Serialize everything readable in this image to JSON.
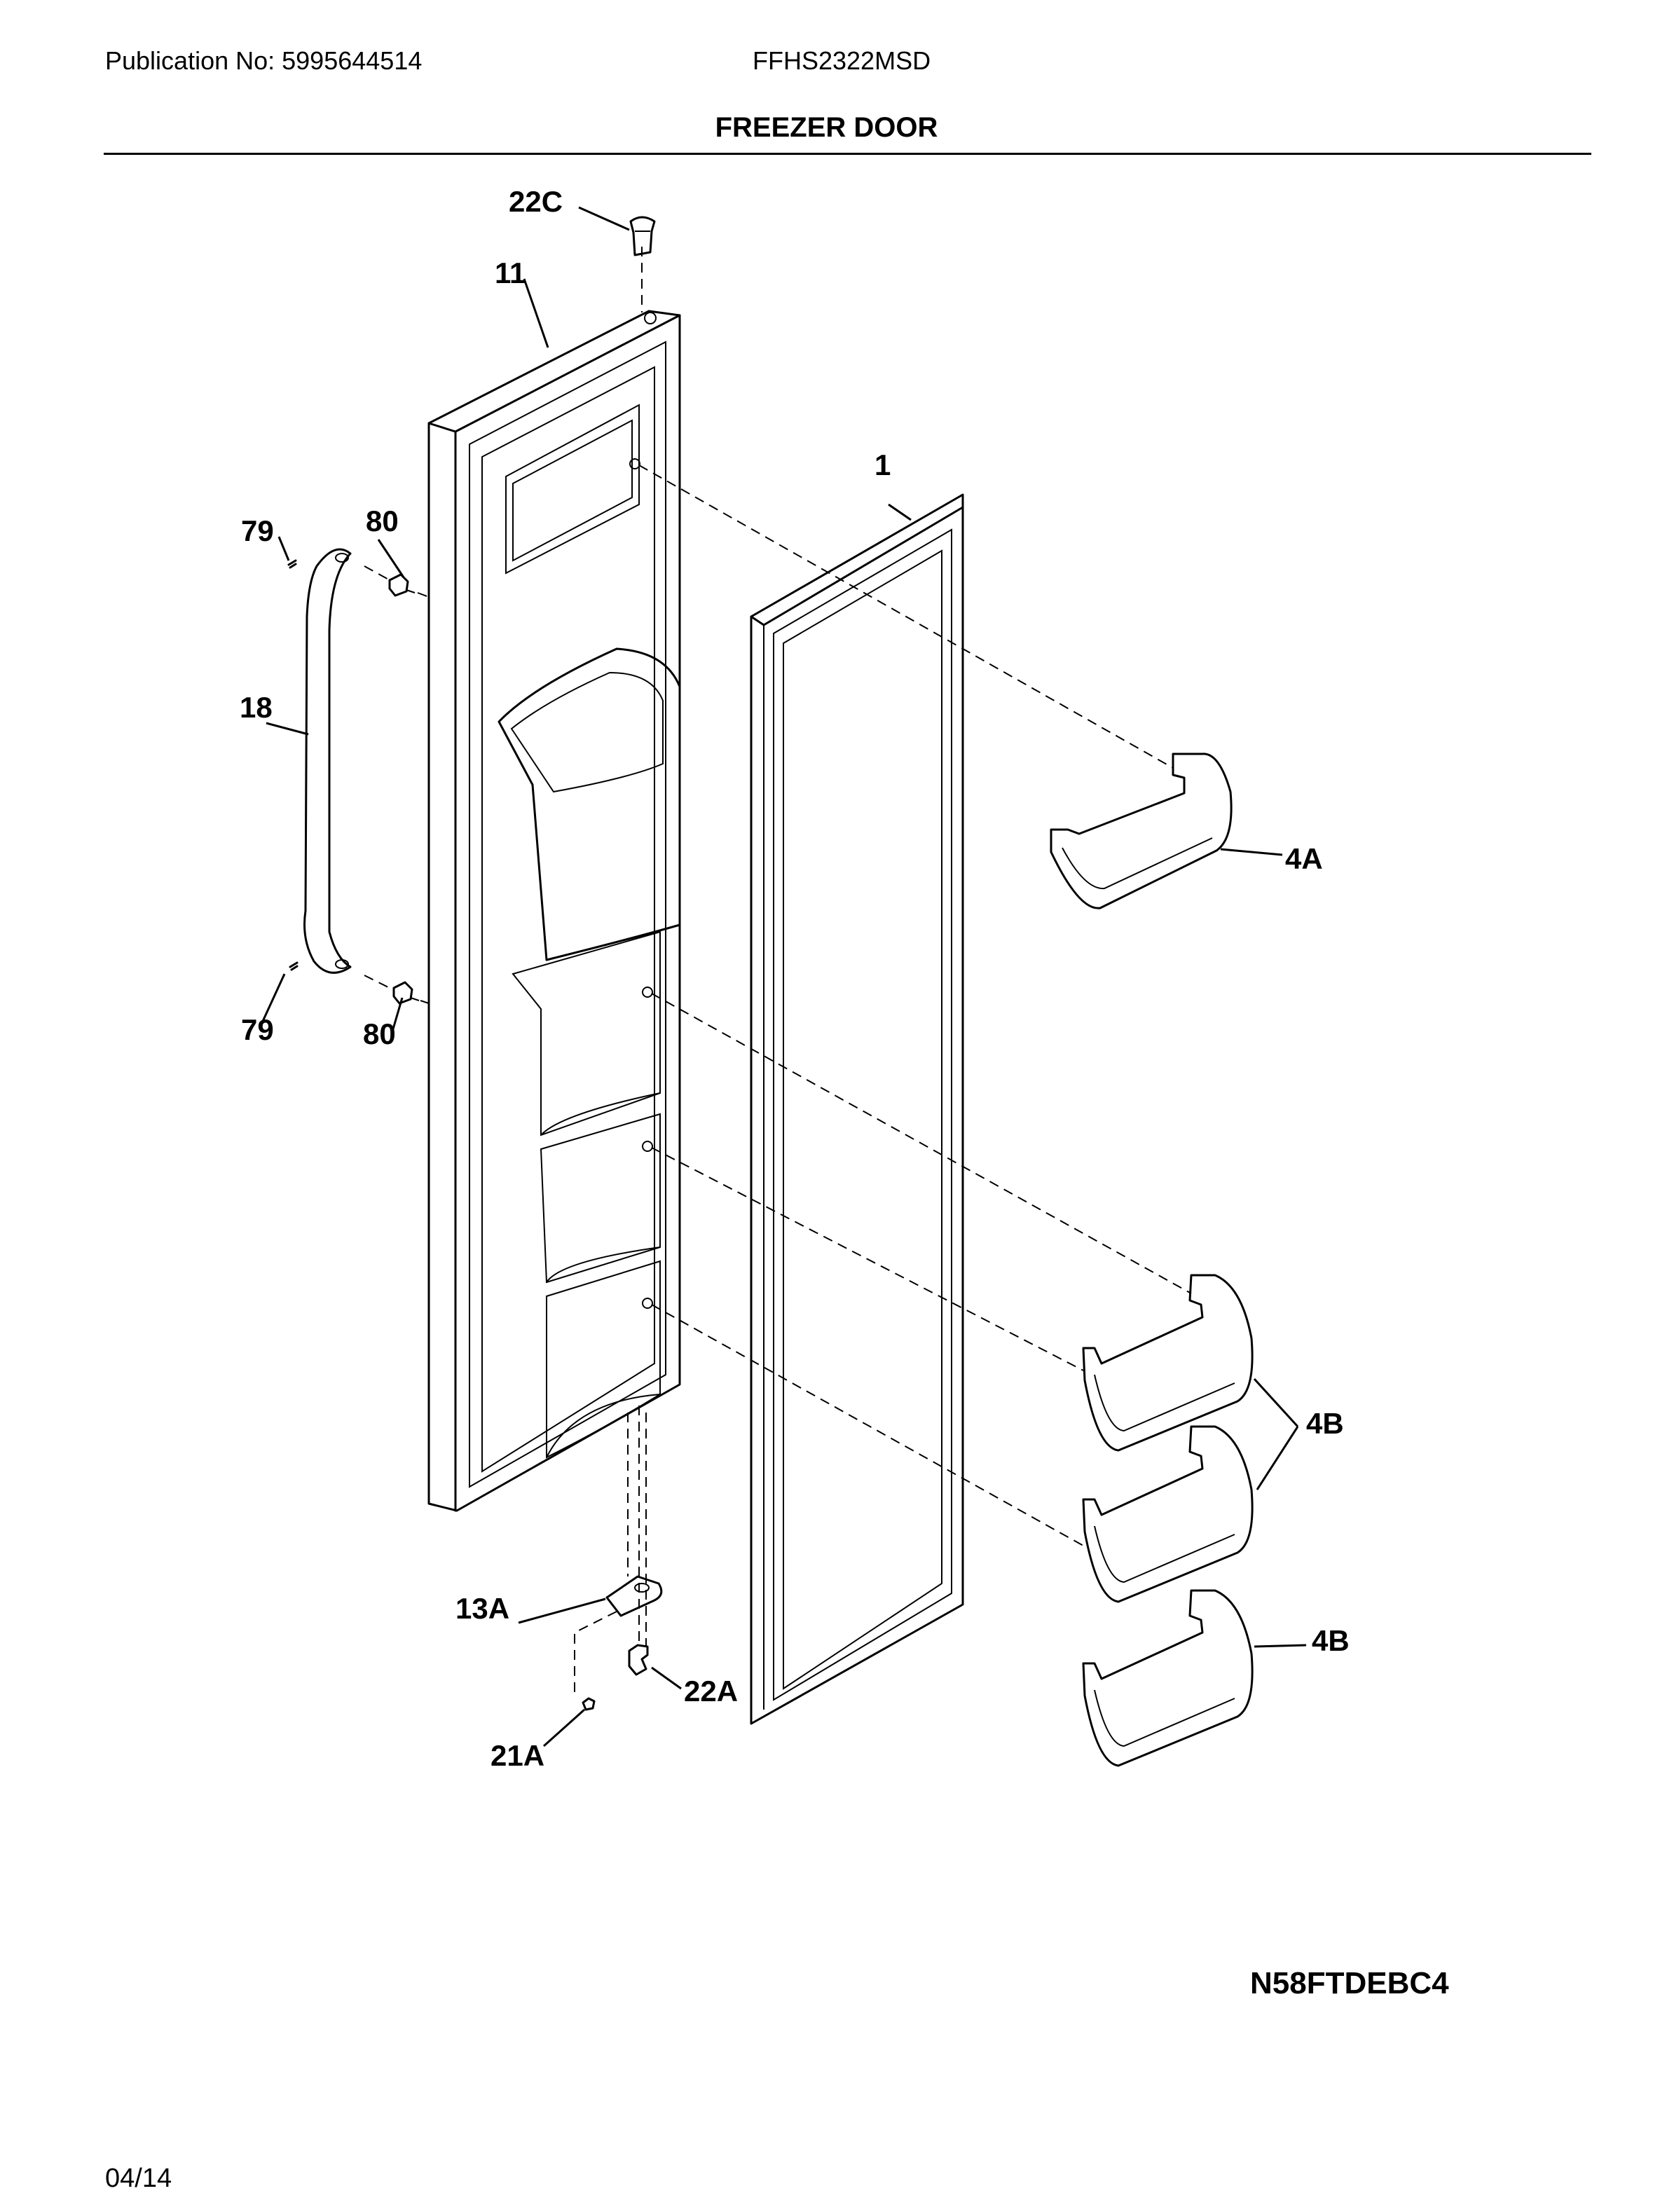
{
  "header": {
    "publication": "Publication No: 5995644514",
    "model": "FFHS2322MSD",
    "title": "FREEZER DOOR"
  },
  "callouts": {
    "c22C": "22C",
    "c11": "11",
    "c1": "1",
    "c79a": "79",
    "c80a": "80",
    "c18": "18",
    "c4A": "4A",
    "c79b": "79",
    "c80b": "80",
    "c4B1": "4B",
    "c4B2": "4B",
    "c13A": "13A",
    "c22A": "22A",
    "c21A": "21A"
  },
  "footer": {
    "code": "N58FTDEBC4",
    "date": "04/14"
  }
}
